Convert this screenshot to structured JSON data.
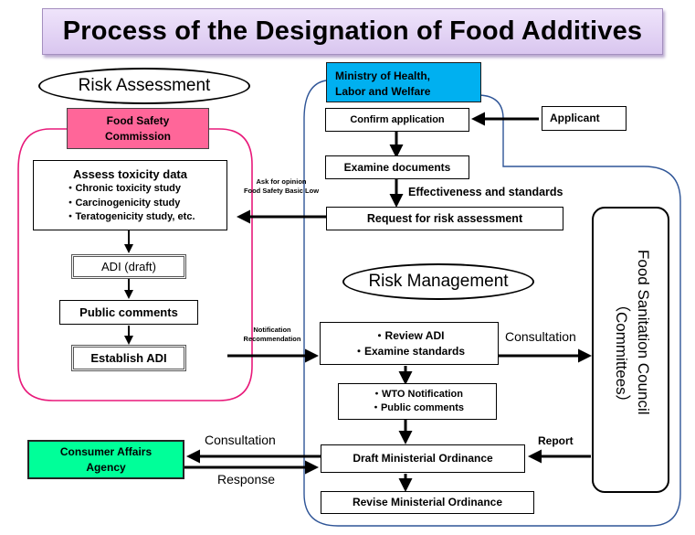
{
  "title": "Process of the Designation of Food Additives",
  "risk_assessment": {
    "heading": "Risk Assessment",
    "organization": "Food Safety Commission",
    "organization_lines": [
      "Food Safety",
      "Commission"
    ],
    "assess_box": {
      "title": "Assess toxicity data",
      "items": [
        "・Chronic toxicity study",
        "・Carcinogenicity study",
        "・Teratogenicity study, etc."
      ]
    },
    "adi_draft": "ADI (draft)",
    "public_comments": "Public comments",
    "establish_adi": "Establish ADI"
  },
  "mhlw": {
    "organization_lines": [
      "Ministry of Health,",
      "Labor and Welfare"
    ],
    "confirm_application": "Confirm application",
    "examine_documents": "Examine documents",
    "effectiveness_label": "Effectiveness and standards",
    "request_risk_assessment": "Request for risk assessment"
  },
  "applicant": "Applicant",
  "ask_opinion_labels": [
    "Ask for opinion",
    "Food Safety Basic Low"
  ],
  "notification_labels": [
    "Notification",
    "Recommendation"
  ],
  "risk_management": {
    "heading": "Risk Management",
    "review_box": [
      "・Review ADI",
      "・Examine standards"
    ],
    "wto_box": [
      "・WTO Notification",
      "・Public comments"
    ],
    "draft_ordinance": "Draft Ministerial Ordinance",
    "revise_ordinance": "Revise Ministerial Ordinance"
  },
  "council": {
    "lines": [
      "Food Sanitation Council",
      "（Committees）"
    ],
    "consultation_label": "Consultation",
    "report_label": "Report"
  },
  "consumer_agency": {
    "lines": [
      "Consumer Affairs",
      "Agency"
    ],
    "consultation_label": "Consultation",
    "response_label": "Response"
  },
  "colors": {
    "commission_pink": "#ff6699",
    "commission_border": "#e8197a",
    "mhlw_blue": "#00b0f0",
    "mhlw_border": "#2f5597",
    "consumer_green": "#00ff99",
    "title_bg": "#e3d3f5"
  }
}
